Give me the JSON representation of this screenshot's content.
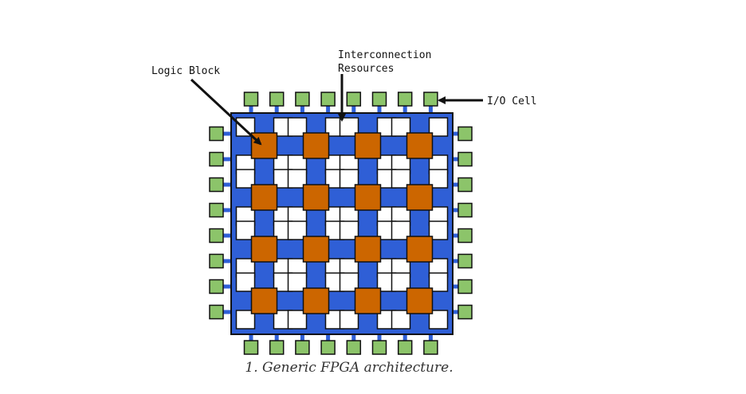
{
  "diagram": {
    "labels": {
      "logic_block": "Logic Block",
      "interconnect_line1": "Interconnection",
      "interconnect_line2": "Resources",
      "io_cell": "I/O Cell"
    },
    "grid": {
      "logic_block_rows": 4,
      "logic_block_cols": 4,
      "io_cells_per_side": 8
    },
    "colors": {
      "interconnect": "#2f5fd6",
      "logic_block": "#cc6600",
      "io_cell": "#8cc46a",
      "outline": "#111111",
      "background": "#ffffff"
    }
  },
  "caption": "1. Generic FPGA architecture."
}
